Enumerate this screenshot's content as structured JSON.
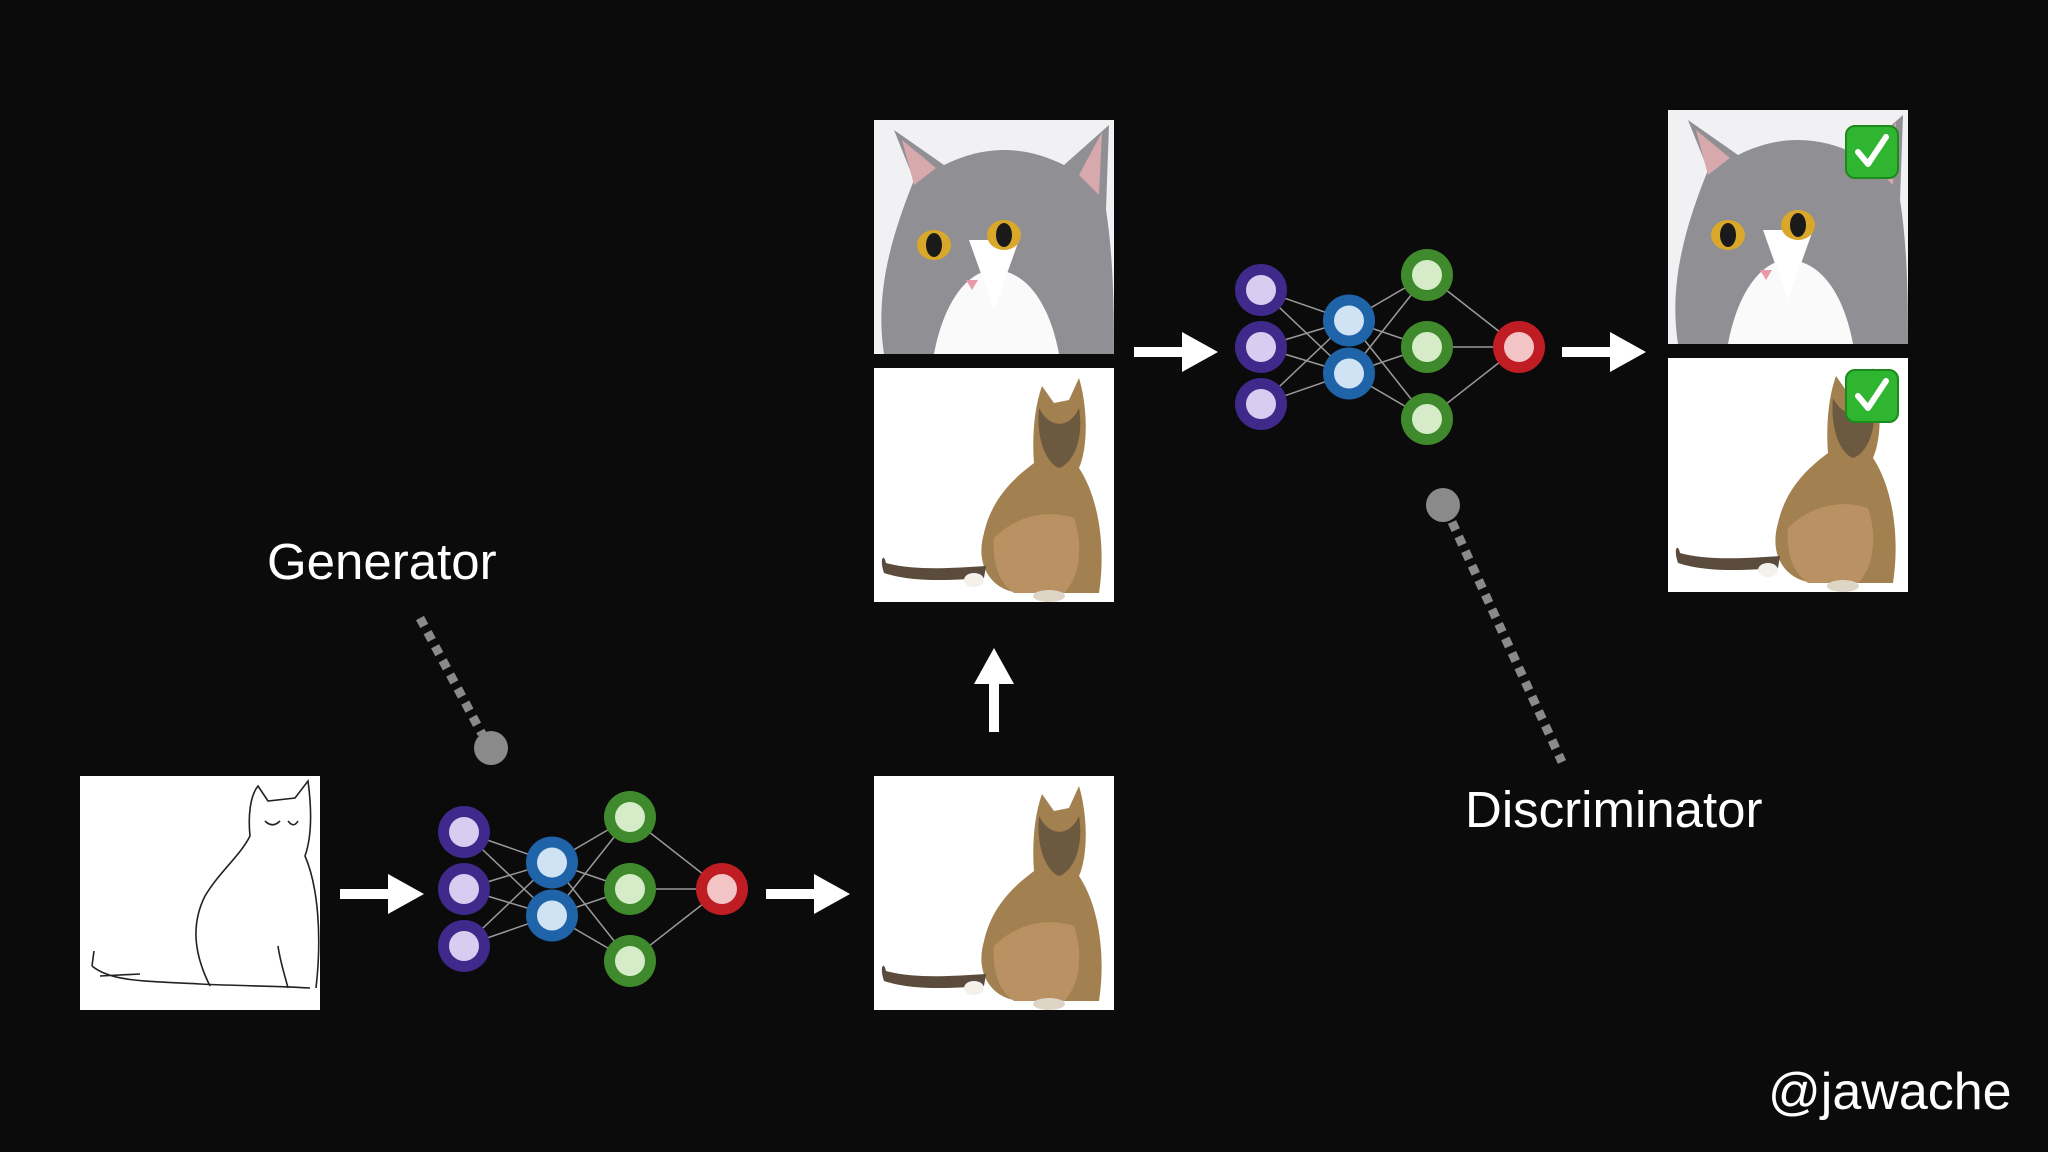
{
  "labels": {
    "generator": "Generator",
    "discriminator": "Discriminator",
    "watermark": "@jawache"
  },
  "colors": {
    "background": "#0b0b0b",
    "input_layer": "#3f2a8c",
    "hidden_layer_1": "#1f63a8",
    "hidden_layer_2": "#3f8a2c",
    "output_layer": "#c01c24",
    "check_badge": "#2fb52f",
    "connector_dots": "#8a8a8a"
  },
  "images": [
    {
      "kind": "cat-edge-sketch"
    },
    {
      "kind": "generated-tabby-cat"
    },
    {
      "kind": "real-grey-white-cat"
    },
    {
      "kind": "generated-tabby-cat"
    },
    {
      "kind": "real-grey-white-cat",
      "verdict_icon": "check-mark-icon"
    },
    {
      "kind": "generated-tabby-cat",
      "verdict_icon": "check-mark-icon"
    }
  ],
  "networks": {
    "generator": {
      "layers": [
        3,
        2,
        3,
        1
      ]
    },
    "discriminator": {
      "layers": [
        3,
        2,
        3,
        1
      ]
    }
  }
}
